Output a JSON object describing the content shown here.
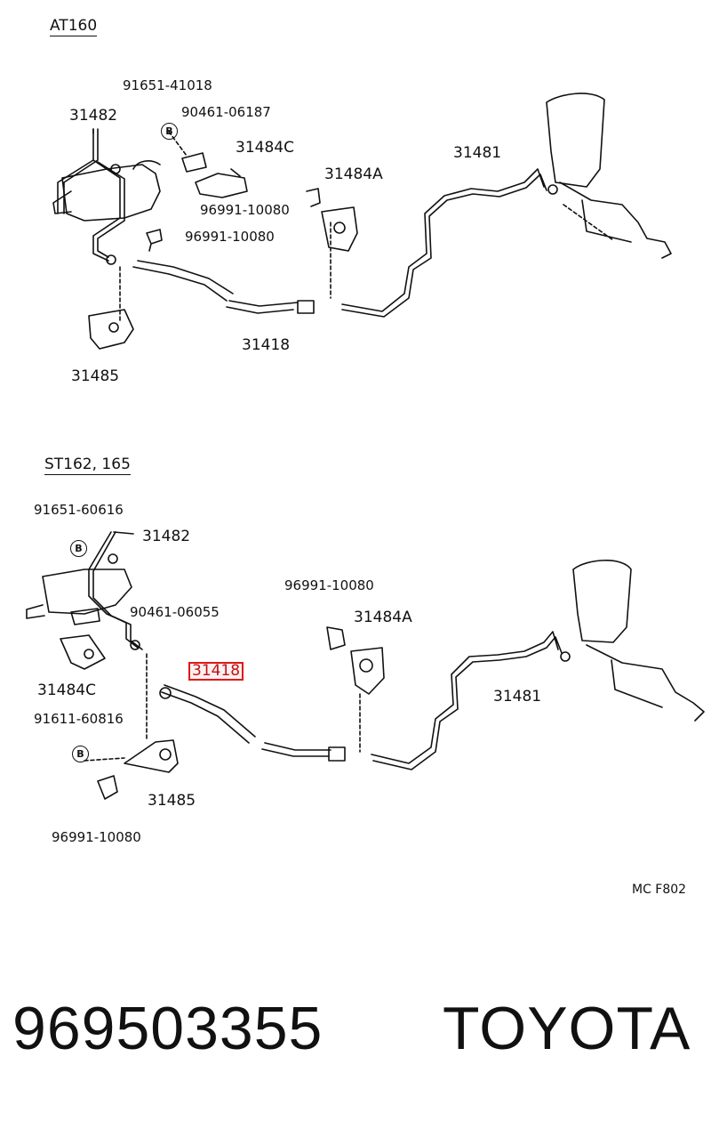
{
  "diagram_code": "MC F802",
  "footer": {
    "part_number": "969503355",
    "brand": "TOYOTA"
  },
  "sections": {
    "at160": {
      "title": "AT160",
      "labels": {
        "p91651": "91651-41018",
        "p90461": "90461-06187",
        "p31482": "31482",
        "p31484c": "31484C",
        "p96991a": "96991-10080",
        "p31484a": "31484A",
        "p96991b": "96991-10080",
        "p31481": "31481",
        "p31418": "31418",
        "p31485": "31485",
        "bolt_marker": "B"
      }
    },
    "st162": {
      "title": "ST162, 165",
      "labels": {
        "p91651": "91651-60616",
        "p31482": "31482",
        "p90461": "90461-06055",
        "p31484c": "31484C",
        "p96991a": "96991-10080",
        "p31484a": "31484A",
        "p31418": "31418",
        "p31481": "31481",
        "p91611": "91611-60816",
        "p31485": "31485",
        "p96991b": "96991-10080",
        "bolt_marker_1": "B",
        "bolt_marker_2": "B"
      }
    }
  }
}
